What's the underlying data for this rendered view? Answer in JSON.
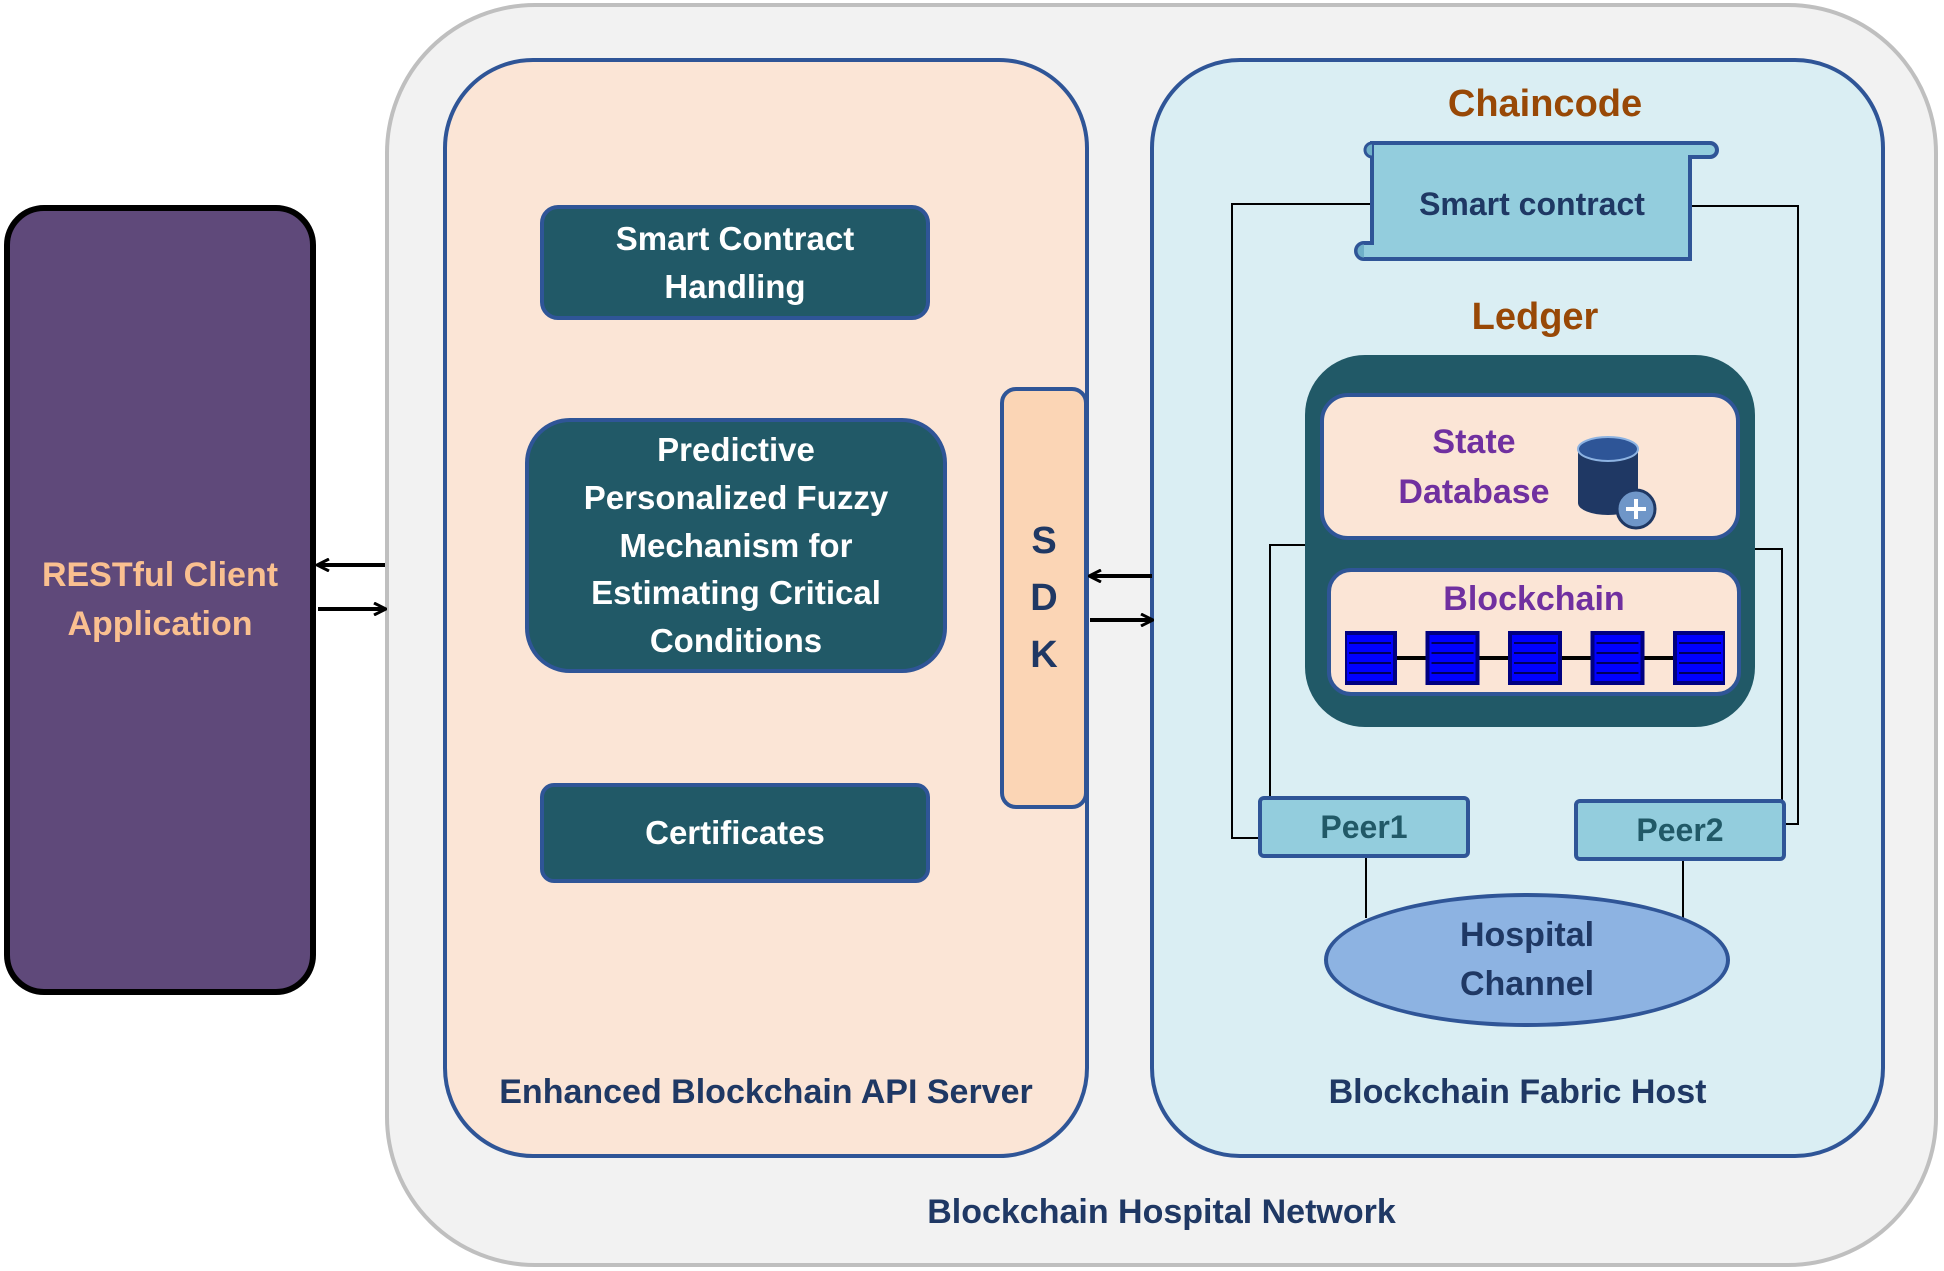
{
  "network": {
    "title": "Blockchain Hospital Network"
  },
  "client": {
    "label": "RESTful Client\nApplication"
  },
  "api_server": {
    "title": "Enhanced  Blockchain  API Server",
    "modules": [
      {
        "label": "Smart  Contract\nHandling"
      },
      {
        "label": "Predictive\nPersonalized  Fuzzy\nMechanism  for\nEstimating  Critical\nConditions"
      },
      {
        "label": "Certificates"
      }
    ],
    "sdk": {
      "letters": [
        "S",
        "D",
        "K"
      ]
    }
  },
  "fabric_host": {
    "title": "Blockchain  Fabric  Host",
    "chaincode": {
      "heading": "Chaincode",
      "scroll_label": "Smart  contract"
    },
    "ledger": {
      "heading": "Ledger",
      "state_database": "State\nDatabase",
      "blockchain": {
        "label": "Blockchain",
        "block_count": 5
      }
    },
    "peers": [
      {
        "label": "Peer1"
      },
      {
        "label": "Peer2"
      }
    ],
    "channel": "Hospital\nChannel"
  },
  "colors": {
    "network_bg": "#f2f2f2",
    "client_bg": "#5f497a",
    "client_text": "#fac090",
    "api_bg": "#fbe5d6",
    "fabric_bg": "#daeef3",
    "module_bg": "#215967",
    "sdk_bg": "#fbd5b5",
    "heading_brown": "#984806",
    "text_navy": "#1f3864",
    "text_purple": "#7030a0",
    "peer_bg": "#93cddd",
    "channel_bg": "#8db3e2",
    "block_blue": "#0000ff"
  }
}
